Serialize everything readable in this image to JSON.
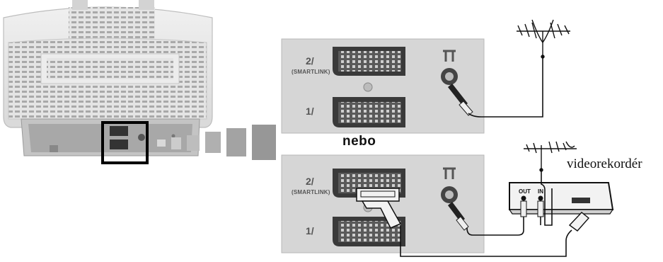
{
  "labels": {
    "nebo": "nebo",
    "vcr": "videorekordér",
    "out": "OUT",
    "in": "IN"
  },
  "panels": {
    "top": {
      "scart2": "2/",
      "scart2_sub": "(SMARTLINK)",
      "scart1": "1/"
    },
    "bottom": {
      "scart2": "2/",
      "scart2_sub": "(SMARTLINK)",
      "scart1": "1/"
    }
  },
  "icons": [
    "tv-back-illustration",
    "antenna-icon",
    "aerial-socket-icon",
    "scart-socket",
    "vcr-device",
    "scart-plug"
  ]
}
